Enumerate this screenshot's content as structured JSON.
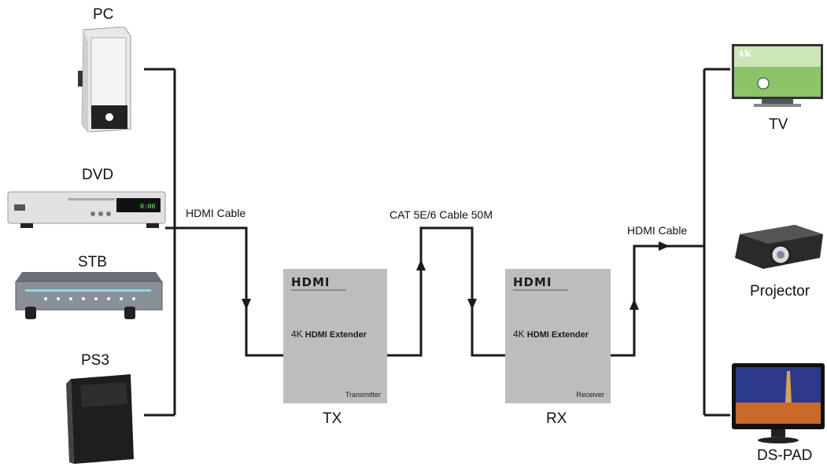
{
  "sources": [
    {
      "label": "PC",
      "icon": "pc-tower-icon"
    },
    {
      "label": "DVD",
      "icon": "dvd-player-icon"
    },
    {
      "label": "STB",
      "icon": "set-top-box-icon"
    },
    {
      "label": "PS3",
      "icon": "ps3-console-icon"
    }
  ],
  "displays": [
    {
      "label": "TV",
      "icon": "tv-icon",
      "badge": "4K"
    },
    {
      "label": "Projector",
      "icon": "projector-icon"
    },
    {
      "label": "DS-PAD",
      "icon": "ds-pad-monitor-icon"
    }
  ],
  "cables": {
    "input": "HDMI Cable",
    "link": "CAT 5E/6 Cable 50M",
    "output": "HDMI Cable"
  },
  "transmitter": {
    "brand": "HDMI",
    "model_prefix": "4K",
    "model": "HDMI Extender",
    "role": "Transmitter",
    "caption": "TX"
  },
  "receiver": {
    "brand": "HDMI",
    "model_prefix": "4K",
    "model": "HDMI Extender",
    "role": "Receiver",
    "caption": "RX"
  },
  "dvd_display": "0:00",
  "colors": {
    "wire": "#1a1a1a",
    "unit_body": "#bdbdbd"
  }
}
